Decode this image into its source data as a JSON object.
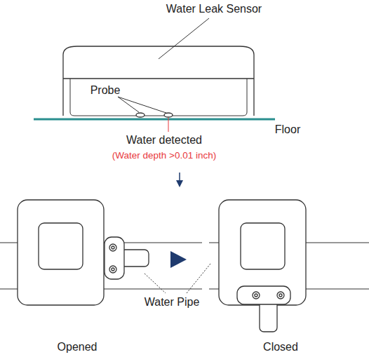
{
  "diagram": {
    "labels": [
      "Water Leak Sensor",
      "Probe",
      "Floor",
      "Water detected",
      "(Water depth >0.01 inch)",
      "Water Pipe",
      "Opened",
      "Closed"
    ]
  }
}
